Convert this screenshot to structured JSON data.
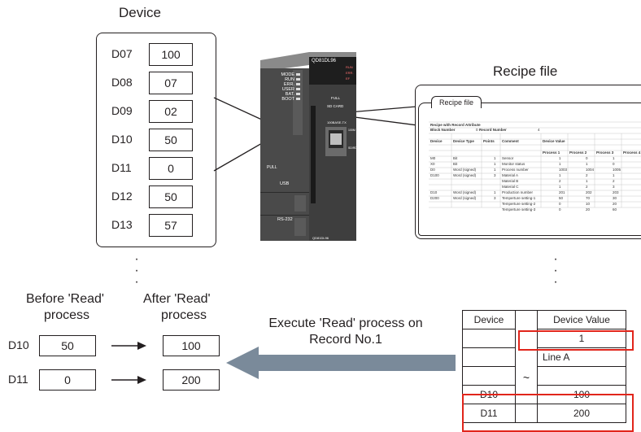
{
  "device_title": "Device",
  "recipe_title": "Recipe file",
  "device_rows": [
    {
      "name": "D07",
      "value": "100"
    },
    {
      "name": "D08",
      "value": "07"
    },
    {
      "name": "D09",
      "value": "02"
    },
    {
      "name": "D10",
      "value": "50"
    },
    {
      "name": "D11",
      "value": "0"
    },
    {
      "name": "D12",
      "value": "50"
    },
    {
      "name": "D13",
      "value": "57"
    }
  ],
  "module": {
    "model": "QD81DL96",
    "leds": [
      "RUN",
      "ERR.",
      "EF"
    ],
    "status_labels": [
      "MODE",
      "RUN",
      "ERR.",
      "USER",
      "BAT.",
      "BOOT"
    ],
    "card_label": "SD CARD",
    "full_label": "FULL",
    "ethernet_label": "100BASE-TX",
    "pull_label": "PULL",
    "usb_label": "USB",
    "rs232_label": "RS-232",
    "bottom_label": "QD81DL96",
    "side_labels": [
      "100M",
      "SD/RD"
    ]
  },
  "recipe_tab": "Recipe file",
  "recipe_sheet": {
    "line1": "Recipe with Record Attribute",
    "line2a": "Block Number",
    "line2b": "0",
    "line2c": "Record Number",
    "line2d": "4",
    "header": [
      "Device",
      "Device Type",
      "Points",
      "Comment",
      "Device Value"
    ],
    "process_headers": [
      "Process 1",
      "Process 2",
      "Process 3",
      "Process 4"
    ],
    "rows": [
      [
        "M0",
        "Bit",
        "1",
        "Sensor",
        "1",
        "0",
        "1",
        ""
      ],
      [
        "X0",
        "Bit",
        "1",
        "Monitor status",
        "1",
        "1",
        "0",
        ""
      ],
      [
        "D0",
        "Word (signed)",
        "1",
        "Process number",
        "1003",
        "1004",
        "1005",
        ""
      ],
      [
        "D100",
        "Word (signed)",
        "3",
        "Material A",
        "1",
        "2",
        "1",
        ""
      ],
      [
        "",
        "",
        "",
        "Material B",
        "2",
        "1",
        "2",
        ""
      ],
      [
        "",
        "",
        "",
        "Material C",
        "1",
        "2",
        "3",
        ""
      ],
      [
        "D10",
        "Word (signed)",
        "1",
        "Production number",
        "201",
        "202",
        "203",
        ""
      ],
      [
        "D200",
        "Word (signed)",
        "3",
        "Temperture setting-1",
        "50",
        "70",
        "30",
        ""
      ],
      [
        "",
        "",
        "",
        "Temperture setting-2",
        "0",
        "10",
        "20",
        ""
      ],
      [
        "",
        "",
        "",
        "Temperture setting-3",
        "0",
        "20",
        "60",
        ""
      ]
    ]
  },
  "vertical_dots": "·",
  "before_label_1": "Before 'Read'",
  "before_label_2": "process",
  "after_label_1": "After 'Read'",
  "after_label_2": "process",
  "rw_rows": [
    {
      "name": "D10",
      "before": "50",
      "after": "100"
    },
    {
      "name": "D11",
      "before": "0",
      "after": "200"
    }
  ],
  "exec_caption_1": "Execute 'Read' process on",
  "exec_caption_2": "Record No.1",
  "table": {
    "header_device": "Device",
    "header_value": "Device Value",
    "record_no": "1",
    "line_label": "Line A",
    "tilde": "~",
    "rows": [
      {
        "device": "D10",
        "value": "100"
      },
      {
        "device": "D11",
        "value": "200"
      }
    ]
  },
  "colors": {
    "red": "#e1251b",
    "arrow": "#7a8a9a",
    "module": "#4a4a4a"
  }
}
